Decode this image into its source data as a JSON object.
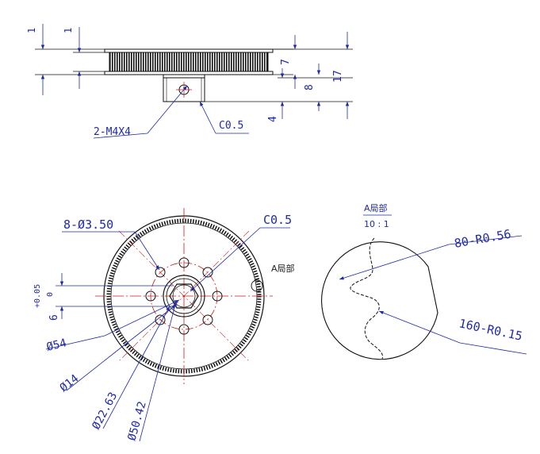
{
  "colors": {
    "ink": "#111111",
    "dimension": "#1f2aa8",
    "centerline": "#d01818",
    "paper": "#ffffff"
  },
  "side_view": {
    "dims": {
      "top_left_1": "1",
      "top_left_1b": "1",
      "right_7": "7",
      "right_8": "8",
      "right_17": "17",
      "right_4": "4"
    },
    "callouts": {
      "screw": "2-M4X4",
      "chamfer": "C0.5"
    }
  },
  "front_view": {
    "callouts": {
      "holes": "8-Ø3.50",
      "chamfer": "C0.5",
      "detail_ref": "A局部"
    },
    "dims": {
      "tol_plus": "+0.05",
      "tol_zero": "0",
      "bore_6": "6",
      "d54": "Ø54",
      "d14": "Ø14",
      "d22": "Ø22.63",
      "d50": "Ø50.42"
    }
  },
  "detail_view": {
    "title": "A局部",
    "scale": "10 : 1",
    "callouts": {
      "r056": "80-R0.56",
      "r015": "160-R0.15"
    }
  }
}
